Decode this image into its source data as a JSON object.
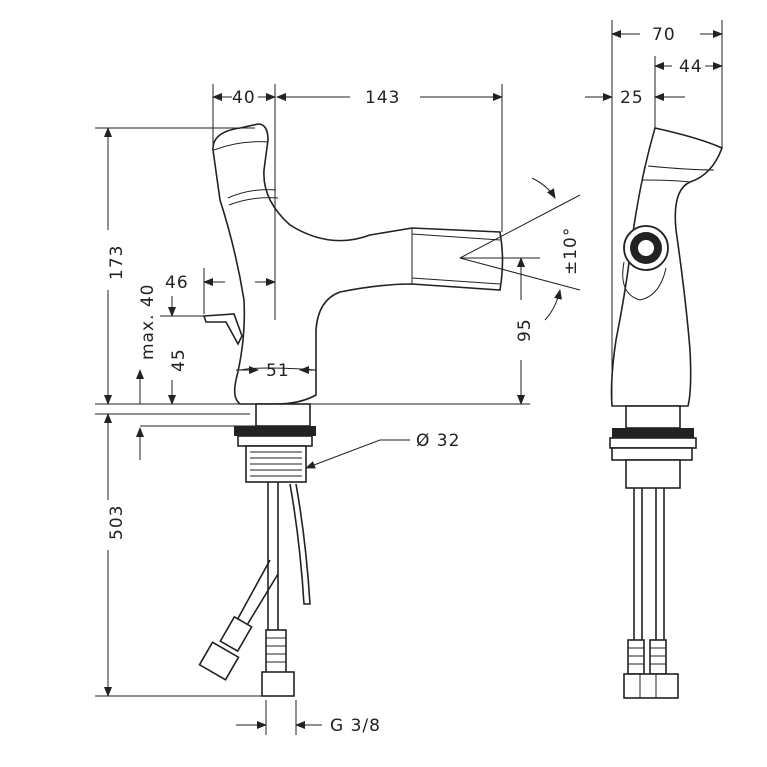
{
  "title": "Faucet dimension drawing",
  "dimensions": {
    "d40": "40",
    "d143": "143",
    "d173": "173",
    "d46": "46",
    "max40": "max. 40",
    "d45": "45",
    "d51": "51",
    "d95": "95",
    "angle": "±10°",
    "dia32": "Ø 32",
    "d503": "503",
    "thread": "G 3/8",
    "d70": "70",
    "d44": "44",
    "d25": "25"
  }
}
